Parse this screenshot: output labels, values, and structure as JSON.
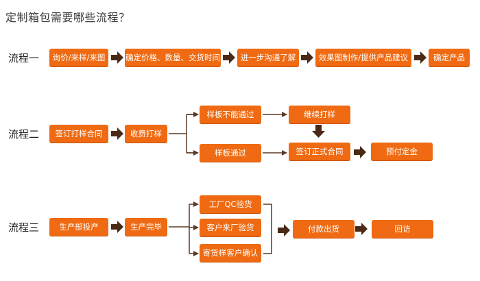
{
  "title": "定制箱包需要哪些流程？",
  "rows": {
    "r1": {
      "label": "流程一",
      "steps": [
        "询价/来样/来图",
        "确定价格、数量、交货时间",
        "进一步沟通了解",
        "效果图制作/提供产品建议",
        "确定产品"
      ]
    },
    "r2": {
      "label": "流程二",
      "steps": [
        "签订打样合同",
        "收费打样"
      ],
      "branch_top": "样板不能通过",
      "branch_top_next": "继续打样",
      "branch_bottom": "样板通过",
      "contract": "签订正式合同",
      "deposit": "预付定金"
    },
    "r3": {
      "label": "流程三",
      "steps": [
        "生产部投产",
        "生产完毕"
      ],
      "checks": [
        "工厂QC验货",
        "客户来厂验货",
        "寄货样客户确认"
      ],
      "after": [
        "付款出货",
        "回访"
      ]
    }
  },
  "colors": {
    "box": "#ef6a12",
    "arrow": "#4a2a17",
    "line": "#5a3a26",
    "text": "#ffffff"
  }
}
